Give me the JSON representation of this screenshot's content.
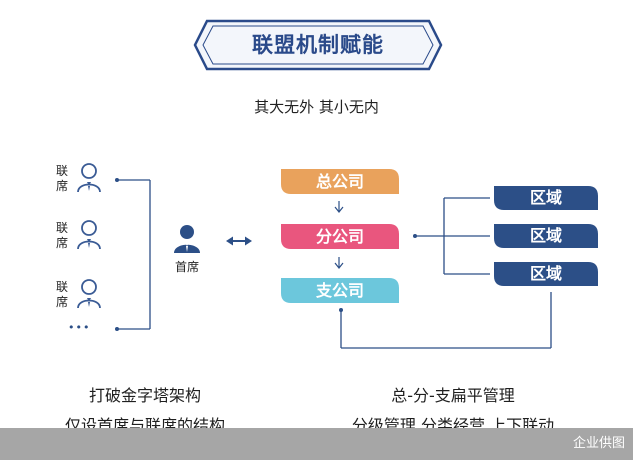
{
  "title": "联盟机制赋能",
  "subtitle": "其大无外  其小无内",
  "left_nodes": [
    {
      "label_top": "联",
      "label_bottom": "席"
    },
    {
      "label_top": "联",
      "label_bottom": "席"
    },
    {
      "label_top": "联",
      "label_bottom": "席"
    }
  ],
  "ellipsis": "•••",
  "center_node": {
    "label": "首席"
  },
  "company_boxes": [
    {
      "label": "总公司",
      "color": "#e9a25c"
    },
    {
      "label": "分公司",
      "color": "#e9567e"
    },
    {
      "label": "支公司",
      "color": "#6cc7dc"
    }
  ],
  "region_boxes": [
    {
      "label": "区域",
      "color": "#2c4f87"
    },
    {
      "label": "区域",
      "color": "#2c4f87"
    },
    {
      "label": "区域",
      "color": "#2c4f87"
    }
  ],
  "left_caption": {
    "line1": "打破金字塔架构",
    "line2": "仅设首席与联席的结构"
  },
  "right_caption": {
    "line1": "总-分-支扁平管理",
    "line2": "分级管理  分类经营  上下联动"
  },
  "footer": {
    "watermark": "企业供图"
  },
  "colors": {
    "accent": "#2a4a8a",
    "person_icon": "#2c4f87",
    "person_outline": "#3a5b95",
    "line": "#2c4f87"
  }
}
